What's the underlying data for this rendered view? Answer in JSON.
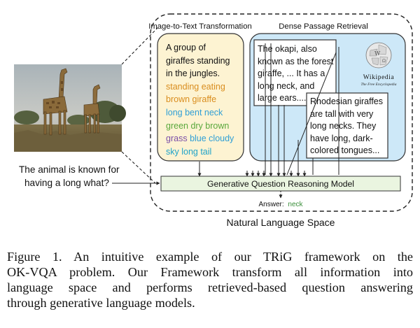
{
  "figure": {
    "sections": {
      "image_to_text": "Image-to-Text Transformation",
      "dense_passage_retrieval": "Dense Passage Retrieval"
    },
    "caption_box": {
      "lines": [
        "A group of",
        "giraffes standing",
        "in the jungles.",
        "standing eating",
        "brown giraffe",
        "long bent neck",
        "green dry brown",
        "grass",
        "blue cloudy",
        "sky long tail"
      ],
      "colors": {
        "text": "#111111",
        "orange": "#d98d1e",
        "blue": "#2f9fd6",
        "green": "#5aa83c",
        "purple": "#7b4fa8",
        "teal": "#1fa3c9"
      }
    },
    "passage_1": {
      "lines": [
        "The okapi, also",
        "known as the forest",
        "giraffe, ... It has a",
        "long neck, and",
        "large ears...."
      ]
    },
    "passage_2": {
      "lines": [
        "Rhodesian giraffes",
        "are tall with very",
        "long necks. They",
        "have long, dark-",
        "colored tongues..."
      ]
    },
    "wikipedia": {
      "name": "Wikipedia",
      "tagline": "The Free Encyclopedia"
    },
    "question": {
      "line1": "The animal is known for",
      "line2": "having a long what?"
    },
    "model_label": "Generative Question Reasoning Model",
    "answer": {
      "label": "Answer:",
      "value": "neck"
    },
    "space_label": "Natural Language Space",
    "colors": {
      "caption_box_fill": "#fdf3d2",
      "retrieval_fill": "#cde8f8",
      "model_fill": "#eaf5e0",
      "answer_green": "#3a8f3a",
      "border": "#333333"
    }
  },
  "caption": {
    "lines": [
      "Figure 1.  An intuitive example of our TRiG framework on the",
      "OK-VQA problem. Our Framework transform all information into",
      "language space and performs retrieved-based question answering",
      "through generative language models."
    ]
  }
}
